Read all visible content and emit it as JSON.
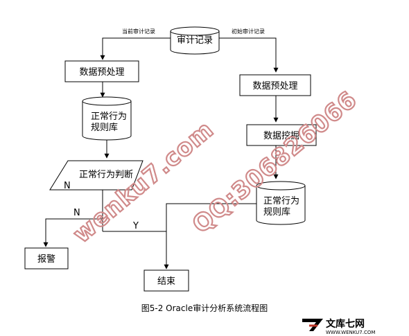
{
  "nodes": {
    "audit_records": "审计记录",
    "preprocess_left": "数据预处理",
    "preprocess_right": "数据预处理",
    "rule_db_left_line1": "正常行为",
    "rule_db_left_line2": "规则库",
    "normal_judge": "正常行为判断",
    "data_mining": "数据挖掘",
    "rule_db_right_line1": "正常行为",
    "rule_db_right_line2": "规则库",
    "alarm": "报警",
    "end": "结束"
  },
  "edges": {
    "current_audit": "当前审计记录",
    "initial_audit": "初始审计记录",
    "n_label_1": "N",
    "n_label_2": "N",
    "y_label": "Y"
  },
  "caption": "图5-2 Oracle审计分析系统流程图",
  "watermarks": {
    "site": "wenku7.com",
    "qq": "QQ:306826066"
  },
  "logo": {
    "text": "文库七网",
    "url": "WWW.WENKU7.COM"
  },
  "colors": {
    "line": "#000000",
    "watermark": "#d08a8a",
    "logo_red": "#c0392b"
  }
}
